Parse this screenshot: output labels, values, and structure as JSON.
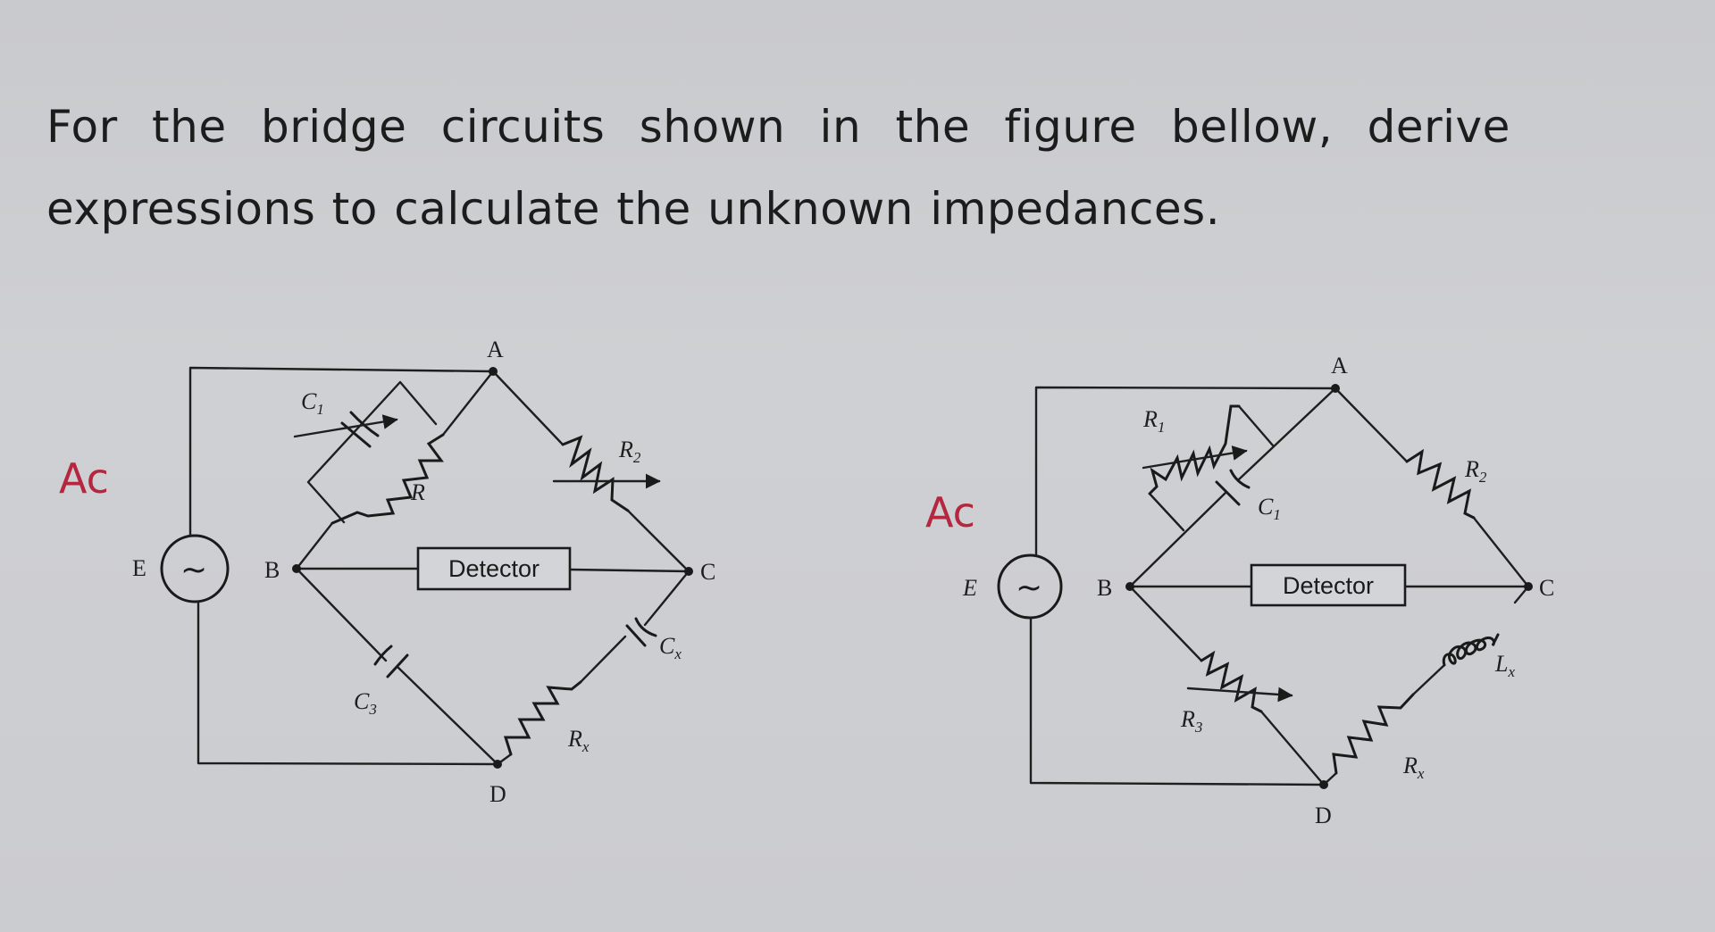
{
  "question": {
    "line1": "For the bridge circuits shown in the figure bellow, derive",
    "line2": "expressions to calculate the unknown impedances."
  },
  "colors": {
    "background": "#cdced1",
    "ink": "#1a1a1a",
    "annotation_red": "#b5263f"
  },
  "figures": [
    {
      "id": "left-bridge",
      "annotation": "Ac",
      "source_label": "E",
      "source_symbol": "~",
      "detector_label": "Detector",
      "nodes": {
        "A": "A",
        "B": "B",
        "C": "C",
        "D": "D"
      },
      "arms": {
        "AB": {
          "components": [
            "C1 (variable capacitor)",
            "R"
          ],
          "connection": "parallel",
          "labels": {
            "c": "C",
            "c_sub": "1",
            "r": "R"
          }
        },
        "AC": {
          "components": [
            "R2 (variable resistor)"
          ],
          "labels": {
            "r": "R",
            "r_sub": "2"
          }
        },
        "BD": {
          "components": [
            "C3"
          ],
          "labels": {
            "c": "C",
            "c_sub": "3"
          }
        },
        "DC": {
          "components": [
            "Rx",
            "Cx"
          ],
          "connection": "series",
          "labels": {
            "r": "R",
            "r_sub": "x",
            "c": "C",
            "c_sub": "x"
          }
        }
      }
    },
    {
      "id": "right-bridge",
      "annotation": "Ac",
      "source_label": "E",
      "source_symbol": "~",
      "detector_label": "Detector",
      "nodes": {
        "A": "A",
        "B": "B",
        "C": "C",
        "D": "D"
      },
      "arms": {
        "AB": {
          "components": [
            "R1 (variable resistor)",
            "C1"
          ],
          "connection": "parallel",
          "labels": {
            "r": "R",
            "r_sub": "1",
            "c": "C",
            "c_sub": "1"
          }
        },
        "AC": {
          "components": [
            "R2"
          ],
          "labels": {
            "r": "R",
            "r_sub": "2"
          }
        },
        "BD": {
          "components": [
            "R3 (variable resistor)"
          ],
          "labels": {
            "r": "R",
            "r_sub": "3"
          }
        },
        "DC": {
          "components": [
            "Rx",
            "Lx"
          ],
          "connection": "series",
          "labels": {
            "r": "R",
            "r_sub": "x",
            "l": "L",
            "l_sub": "x"
          }
        }
      }
    }
  ]
}
